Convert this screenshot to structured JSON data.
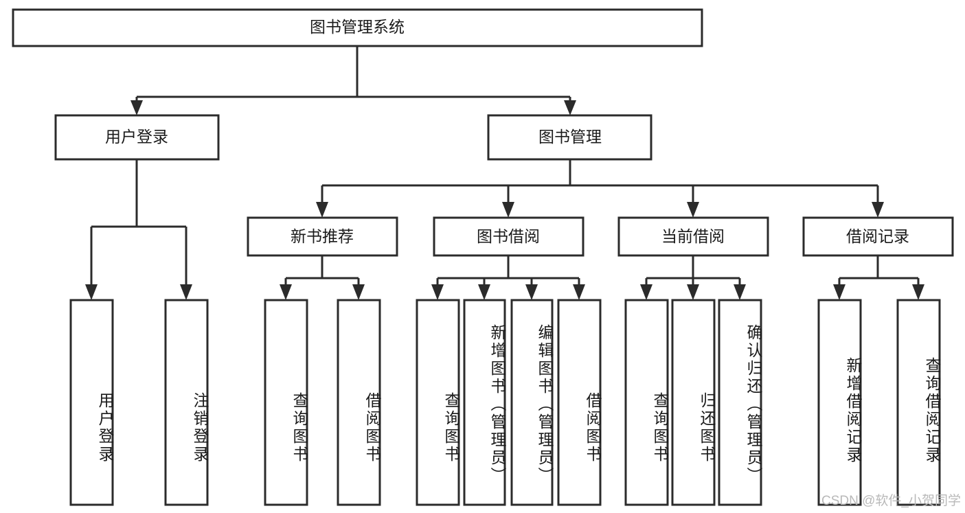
{
  "diagram": {
    "title": "图书管理系统",
    "type": "tree-hierarchy",
    "watermark": "CSDN @软件_小贺同学",
    "colors": {
      "stroke": "#2b2b2b",
      "box_fill": "#ffffff",
      "text": "#1a1a1a",
      "background": "#ffffff",
      "watermark": "#b9b9b9"
    },
    "levels": {
      "root": {
        "label": "图书管理系统"
      },
      "level2": [
        {
          "id": "user-login",
          "label": "用户登录"
        },
        {
          "id": "book-manage",
          "label": "图书管理"
        }
      ],
      "level3": [
        {
          "id": "new-book-recommend",
          "label": "新书推荐"
        },
        {
          "id": "book-borrow",
          "label": "图书借阅"
        },
        {
          "id": "current-borrow",
          "label": "当前借阅"
        },
        {
          "id": "borrow-record",
          "label": "借阅记录"
        }
      ],
      "leaves": [
        {
          "id": "leaf-user-login",
          "label": "用户登录",
          "parent": "user-login"
        },
        {
          "id": "leaf-logout",
          "label": "注销登录",
          "parent": "user-login"
        },
        {
          "id": "leaf-query-book-1",
          "label": "查询图书",
          "parent": "new-book-recommend"
        },
        {
          "id": "leaf-borrow-book-1",
          "label": "借阅图书",
          "parent": "new-book-recommend"
        },
        {
          "id": "leaf-query-book-2",
          "label": "查询图书",
          "parent": "book-borrow"
        },
        {
          "id": "leaf-add-book",
          "label": "新增图书（管理员）",
          "parent": "book-borrow"
        },
        {
          "id": "leaf-edit-book",
          "label": "编辑图书（管理员）",
          "parent": "book-borrow"
        },
        {
          "id": "leaf-borrow-book-2",
          "label": "借阅图书",
          "parent": "book-borrow"
        },
        {
          "id": "leaf-query-book-3",
          "label": "查询图书",
          "parent": "current-borrow"
        },
        {
          "id": "leaf-return-book",
          "label": "归还图书",
          "parent": "current-borrow"
        },
        {
          "id": "leaf-confirm-return",
          "label": "确认归还（管理员）",
          "parent": "current-borrow"
        },
        {
          "id": "leaf-add-record",
          "label": "新增借阅记录",
          "parent": "borrow-record"
        },
        {
          "id": "leaf-query-record",
          "label": "查询借阅记录",
          "parent": "borrow-record"
        }
      ]
    }
  }
}
